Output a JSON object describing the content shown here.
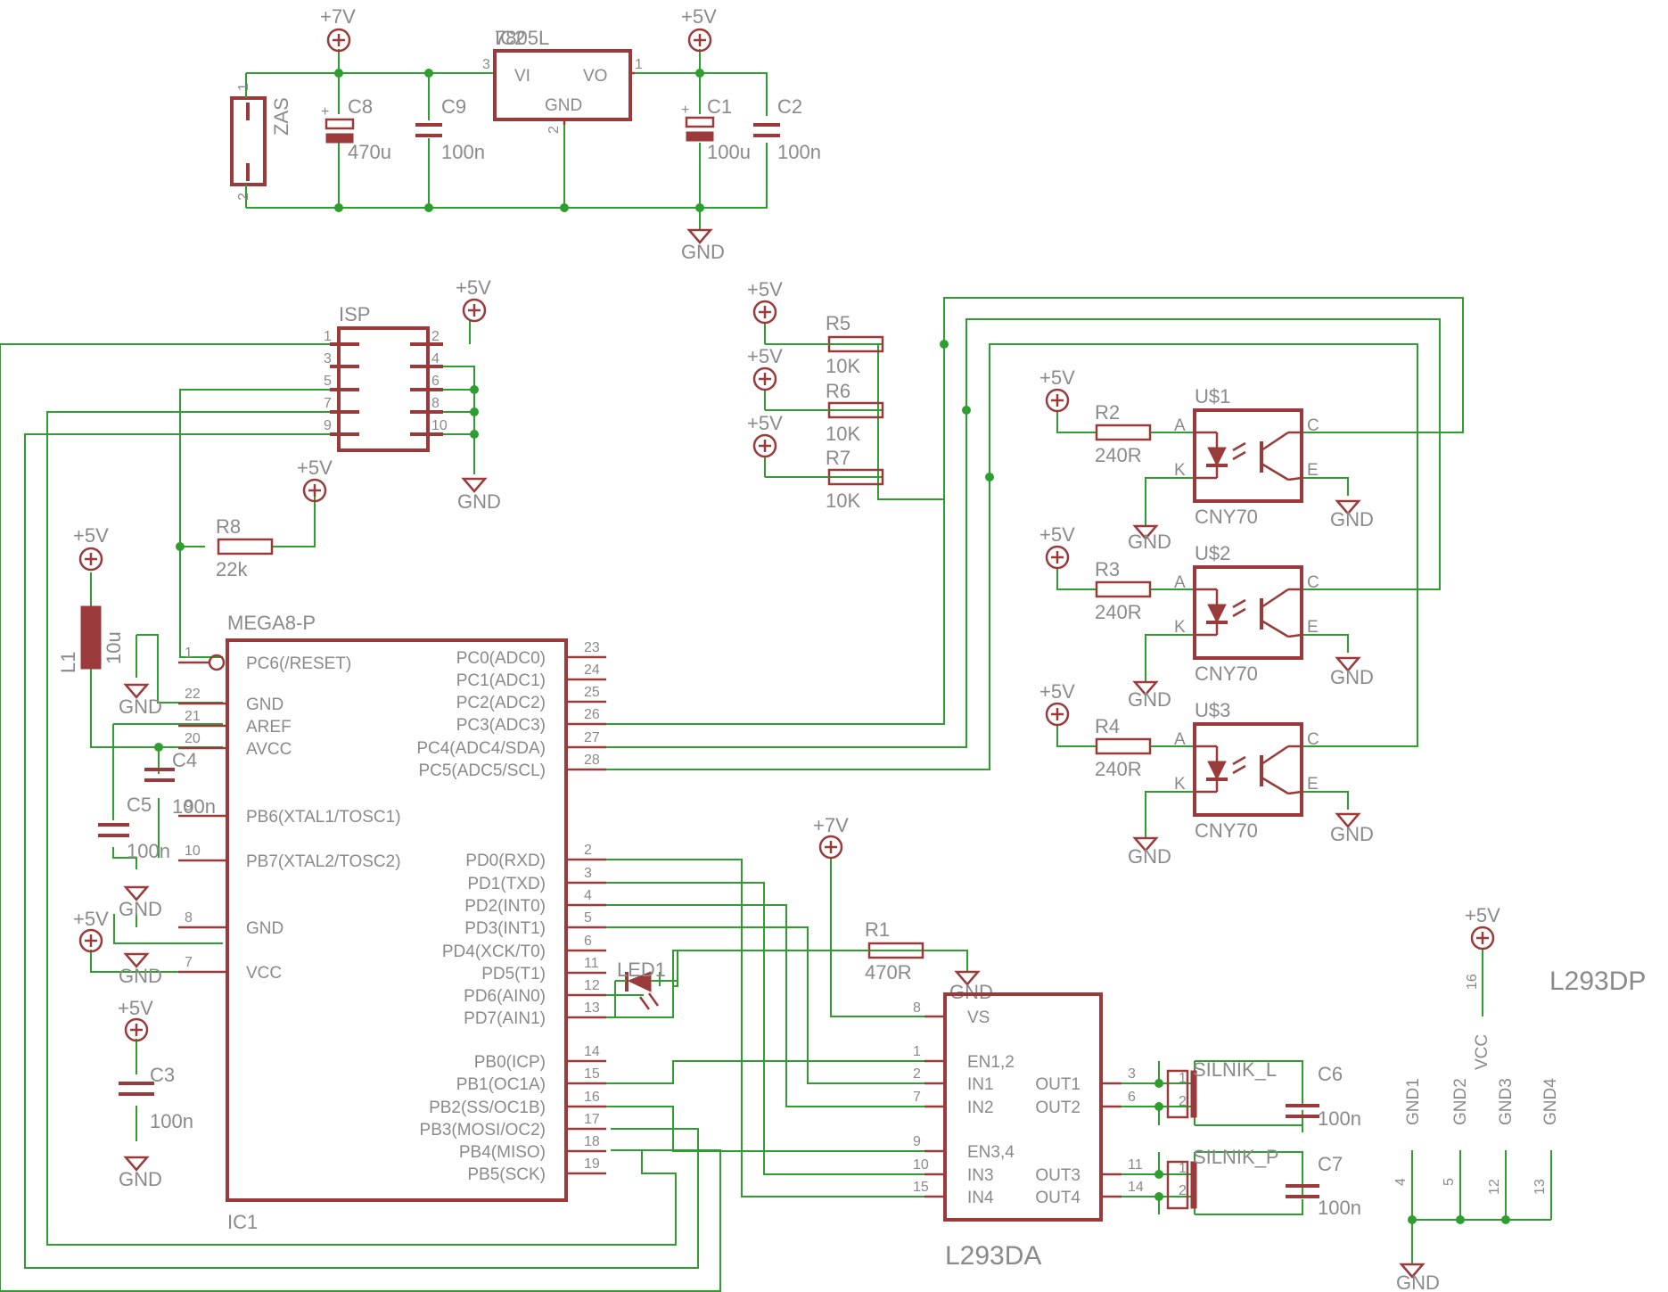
{
  "power": {
    "v7": "+7V",
    "v5": "+5V",
    "gnd": "GND"
  },
  "regulator": {
    "name": "IC2",
    "value": "7805L",
    "vi": "VI",
    "vo": "VO",
    "gnd": "GND",
    "pin_in": "3",
    "pin_out": "1",
    "pin_gnd": "2"
  },
  "connector_zas": {
    "name": "ZAS",
    "pin1": "1",
    "pin2": "2"
  },
  "capacitors": {
    "c8": {
      "name": "C8",
      "value": "470u"
    },
    "c9": {
      "name": "C9",
      "value": "100n"
    },
    "c1": {
      "name": "C1",
      "value": "100u"
    },
    "c2": {
      "name": "C2",
      "value": "100n"
    },
    "c4": {
      "name": "C4",
      "value": "100n"
    },
    "c5": {
      "name": "C5",
      "value": "100n"
    },
    "c3": {
      "name": "C3",
      "value": "100n"
    },
    "c6": {
      "name": "C6",
      "value": "100n"
    },
    "c7": {
      "name": "C7",
      "value": "100n"
    }
  },
  "isp": {
    "name": "ISP",
    "left_pins": [
      "1",
      "3",
      "5",
      "7",
      "9"
    ],
    "right_pins": [
      "2",
      "4",
      "6",
      "8",
      "10"
    ]
  },
  "resistors": {
    "r8": {
      "name": "R8",
      "value": "22k"
    },
    "r5": {
      "name": "R5",
      "value": "10K"
    },
    "r6": {
      "name": "R6",
      "value": "10K"
    },
    "r7": {
      "name": "R7",
      "value": "10K"
    },
    "r2": {
      "name": "R2",
      "value": "240R"
    },
    "r3": {
      "name": "R3",
      "value": "240R"
    },
    "r4": {
      "name": "R4",
      "value": "240R"
    },
    "r1": {
      "name": "R1",
      "value": "470R"
    }
  },
  "inductor": {
    "name": "L1",
    "value": "10u"
  },
  "mcu": {
    "name": "IC1",
    "value": "MEGA8-P",
    "left_pins": [
      {
        "num": "1",
        "label": "PC6(/RESET)"
      },
      {
        "num": "22",
        "label": "GND"
      },
      {
        "num": "21",
        "label": "AREF"
      },
      {
        "num": "20",
        "label": "AVCC"
      },
      {
        "num": "9",
        "label": "PB6(XTAL1/TOSC1)"
      },
      {
        "num": "10",
        "label": "PB7(XTAL2/TOSC2)"
      },
      {
        "num": "8",
        "label": "GND"
      },
      {
        "num": "7",
        "label": "VCC"
      }
    ],
    "right_pins": [
      {
        "num": "23",
        "label": "PC0(ADC0)"
      },
      {
        "num": "24",
        "label": "PC1(ADC1)"
      },
      {
        "num": "25",
        "label": "PC2(ADC2)"
      },
      {
        "num": "26",
        "label": "PC3(ADC3)"
      },
      {
        "num": "27",
        "label": "PC4(ADC4/SDA)"
      },
      {
        "num": "28",
        "label": "PC5(ADC5/SCL)"
      },
      {
        "num": "2",
        "label": "PD0(RXD)"
      },
      {
        "num": "3",
        "label": "PD1(TXD)"
      },
      {
        "num": "4",
        "label": "PD2(INT0)"
      },
      {
        "num": "5",
        "label": "PD3(INT1)"
      },
      {
        "num": "6",
        "label": "PD4(XCK/T0)"
      },
      {
        "num": "11",
        "label": "PD5(T1)"
      },
      {
        "num": "12",
        "label": "PD6(AIN0)"
      },
      {
        "num": "13",
        "label": "PD7(AIN1)"
      },
      {
        "num": "14",
        "label": "PB0(ICP)"
      },
      {
        "num": "15",
        "label": "PB1(OC1A)"
      },
      {
        "num": "16",
        "label": "PB2(SS/OC1B)"
      },
      {
        "num": "17",
        "label": "PB3(MOSI/OC2)"
      },
      {
        "num": "18",
        "label": "PB4(MISO)"
      },
      {
        "num": "19",
        "label": "PB5(SCK)"
      }
    ]
  },
  "sensors": [
    {
      "name": "U$1",
      "value": "CNY70",
      "a": "A",
      "k": "K",
      "c": "C",
      "e": "E"
    },
    {
      "name": "U$2",
      "value": "CNY70",
      "a": "A",
      "k": "K",
      "c": "C",
      "e": "E"
    },
    {
      "name": "U$3",
      "value": "CNY70",
      "a": "A",
      "k": "K",
      "c": "C",
      "e": "E"
    }
  ],
  "led": {
    "name": "LED1"
  },
  "driver": {
    "name": "L293DA",
    "vs": {
      "num": "8",
      "label": "VS"
    },
    "left_pins": [
      {
        "num": "1",
        "label": "EN1,2"
      },
      {
        "num": "2",
        "label": "IN1"
      },
      {
        "num": "7",
        "label": "IN2"
      },
      {
        "num": "9",
        "label": "EN3,4"
      },
      {
        "num": "10",
        "label": "IN3"
      },
      {
        "num": "15",
        "label": "IN4"
      }
    ],
    "right_pins": [
      {
        "num": "3",
        "label": "OUT1"
      },
      {
        "num": "6",
        "label": "OUT2"
      },
      {
        "num": "11",
        "label": "OUT3"
      },
      {
        "num": "14",
        "label": "OUT4"
      }
    ]
  },
  "motors": {
    "left": {
      "name": "SILNIK_L",
      "p1": "1",
      "p2": "2"
    },
    "right": {
      "name": "SILNIK_P",
      "p1": "1",
      "p2": "2"
    }
  },
  "driver_power": {
    "name": "L293DP",
    "vcc": {
      "num": "16",
      "label": "VCC"
    },
    "gnds": [
      {
        "num": "4",
        "label": "GND1"
      },
      {
        "num": "5",
        "label": "GND2"
      },
      {
        "num": "12",
        "label": "GND3"
      },
      {
        "num": "13",
        "label": "GND4"
      }
    ]
  }
}
